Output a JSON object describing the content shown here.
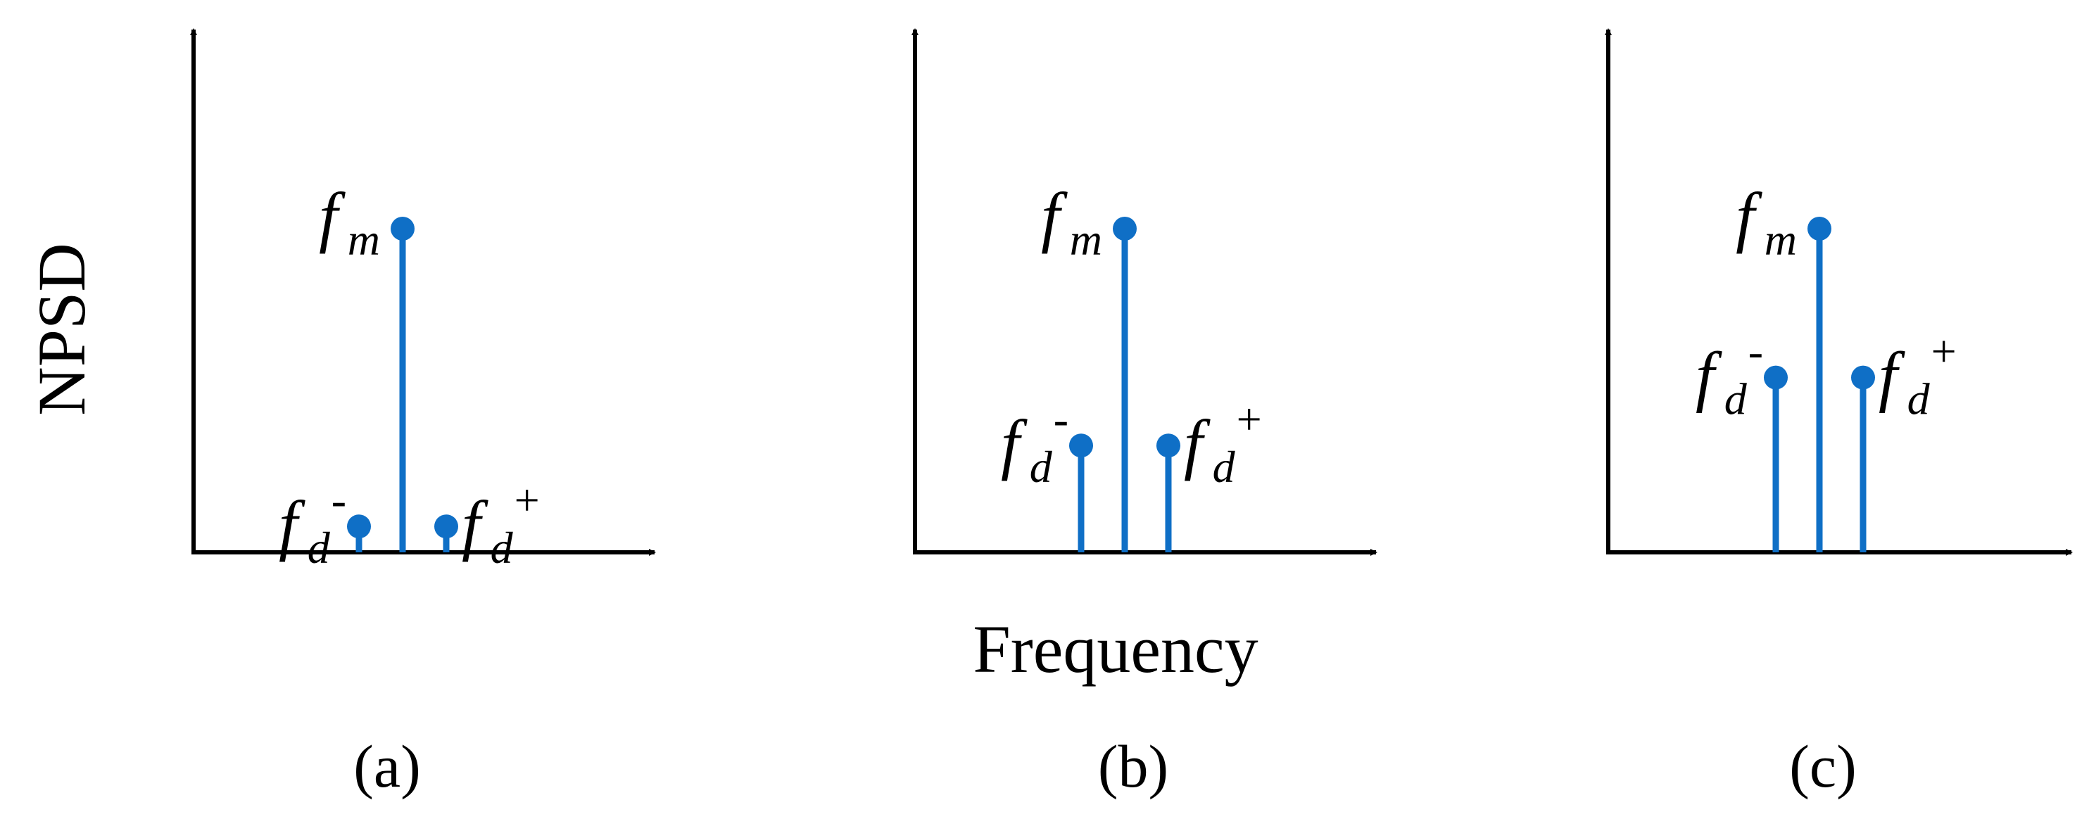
{
  "figure": {
    "ylabel": "NPSD",
    "xlabel": "Frequency"
  },
  "colors": {
    "stem": "#0f6fc6",
    "axis": "#000000",
    "text": "#000000"
  },
  "chart_data": [
    {
      "type": "stem",
      "panel_label": "(a)",
      "peaks": [
        {
          "symbol": "f",
          "subscript": "d",
          "superscript": "-",
          "x": -1,
          "value": 0.08
        },
        {
          "symbol": "f",
          "subscript": "m",
          "superscript": "",
          "x": 0,
          "value": 1.0
        },
        {
          "symbol": "f",
          "subscript": "d",
          "superscript": "+",
          "x": 1,
          "value": 0.08
        }
      ]
    },
    {
      "type": "stem",
      "panel_label": "(b)",
      "peaks": [
        {
          "symbol": "f",
          "subscript": "d",
          "superscript": "-",
          "x": -1,
          "value": 0.33
        },
        {
          "symbol": "f",
          "subscript": "m",
          "superscript": "",
          "x": 0,
          "value": 1.0
        },
        {
          "symbol": "f",
          "subscript": "d",
          "superscript": "+",
          "x": 1,
          "value": 0.33
        }
      ]
    },
    {
      "type": "stem",
      "panel_label": "(c)",
      "peaks": [
        {
          "symbol": "f",
          "subscript": "d",
          "superscript": "-",
          "x": -1,
          "value": 0.54
        },
        {
          "symbol": "f",
          "subscript": "m",
          "superscript": "",
          "x": 0,
          "value": 1.0
        },
        {
          "symbol": "f",
          "subscript": "d",
          "superscript": "+",
          "x": 1,
          "value": 0.54
        }
      ]
    }
  ]
}
